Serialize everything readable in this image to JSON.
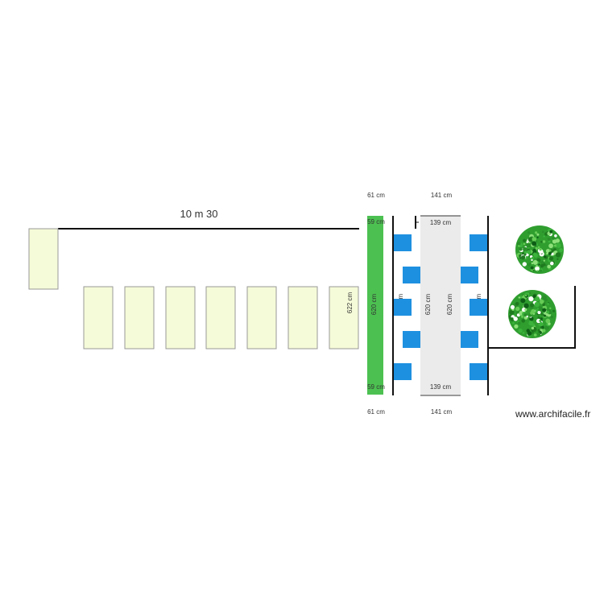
{
  "plan": {
    "overall_length": "10 m 30",
    "top_dims": [
      "61 cm",
      "141 cm"
    ],
    "bottom_dims": [
      "61 cm",
      "141 cm"
    ],
    "aisle_top": "139 cm",
    "aisle_bottom": "139 cm",
    "green_top": "59 cm",
    "green_bottom": "59 cm",
    "side_dims": {
      "left_box": "622 cm",
      "green_strip": "620 cm",
      "left_table": "622 cm",
      "aisle_left": "620 cm",
      "aisle_right": "620 cm",
      "right_table": "622 cm"
    }
  },
  "colors": {
    "box_fill": "#f5fad8",
    "green_strip": "#4cc151",
    "chair": "#1e90e0",
    "aisle": "#ebebeb"
  },
  "icons": [
    "tree-icon",
    "tree-icon"
  ],
  "watermark": "www.archifacile.fr"
}
